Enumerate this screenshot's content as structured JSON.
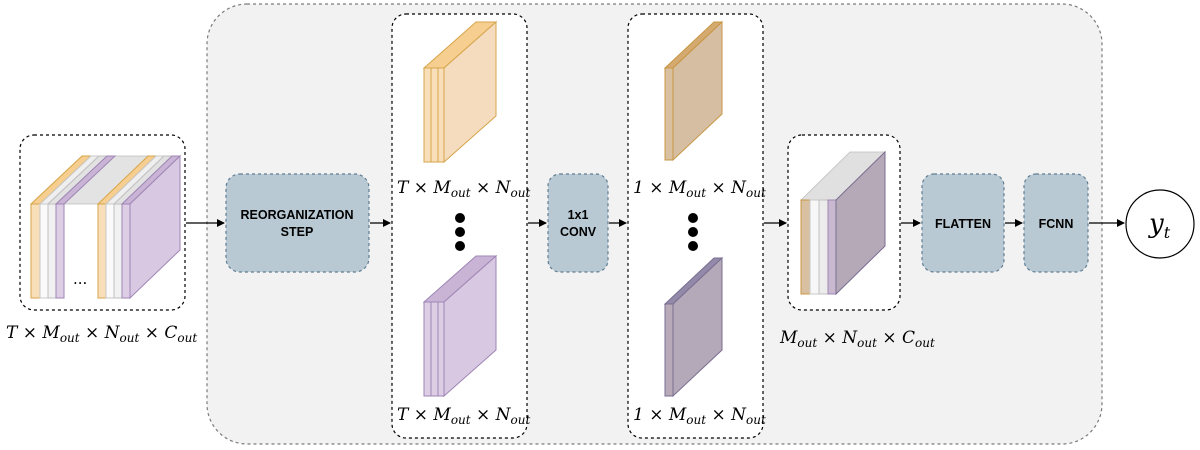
{
  "colors": {
    "orange_front": "#f8dfb9",
    "orange_side": "#f6ce8f",
    "orange_stroke": "#d6a54b",
    "orange_dark_front": "#d9c0a1",
    "orange_dark_side": "#d4aa70",
    "orange_dark_stroke": "#c89744",
    "purple_front": "#ddcee5",
    "purple_side": "#c9b4d6",
    "purple_stroke": "#9f86b5",
    "purple_dark_front": "#b8aab9",
    "purple_dark_side": "#9389a8",
    "purple_dark_stroke": "#7a6f91",
    "step_fill": "#b8c9d3",
    "step_stroke": "#5f7d93",
    "panel_fill": "#f2f2f2",
    "panel_stroke": "#7b7b7b"
  },
  "labels": {
    "input_dims": {
      "base": "T × M",
      "sub1": "out",
      "mid1": " × N",
      "sub2": "out",
      "mid2": " × C",
      "sub3": "out"
    },
    "reorg_top_dims": {
      "base": "T × M",
      "sub1": "out",
      "mid1": " × N",
      "sub2": "out"
    },
    "reorg_bottom_dims": {
      "base": "T × M",
      "sub1": "out",
      "mid1": " × N",
      "sub2": "out"
    },
    "conv_top_dims": {
      "base": "1 × M",
      "sub1": "out",
      "mid1": " × N",
      "sub2": "out"
    },
    "conv_bottom_dims": {
      "base": "1 × M",
      "sub1": "out",
      "mid1": " × N",
      "sub2": "out"
    },
    "merged_dims": {
      "base": "M",
      "sub1": "out",
      "mid1": " × N",
      "sub2": "out",
      "mid2": " × C",
      "sub3": "out"
    },
    "ellipsis": "...",
    "output": {
      "base": "y",
      "sub": "t"
    }
  },
  "steps": {
    "reorganization": {
      "line1": "REORGANIZATION",
      "line2": "STEP"
    },
    "conv": {
      "line1": "1x1",
      "line2": "CONV"
    },
    "flatten": "FLATTEN",
    "fcnn": "FCNN"
  }
}
